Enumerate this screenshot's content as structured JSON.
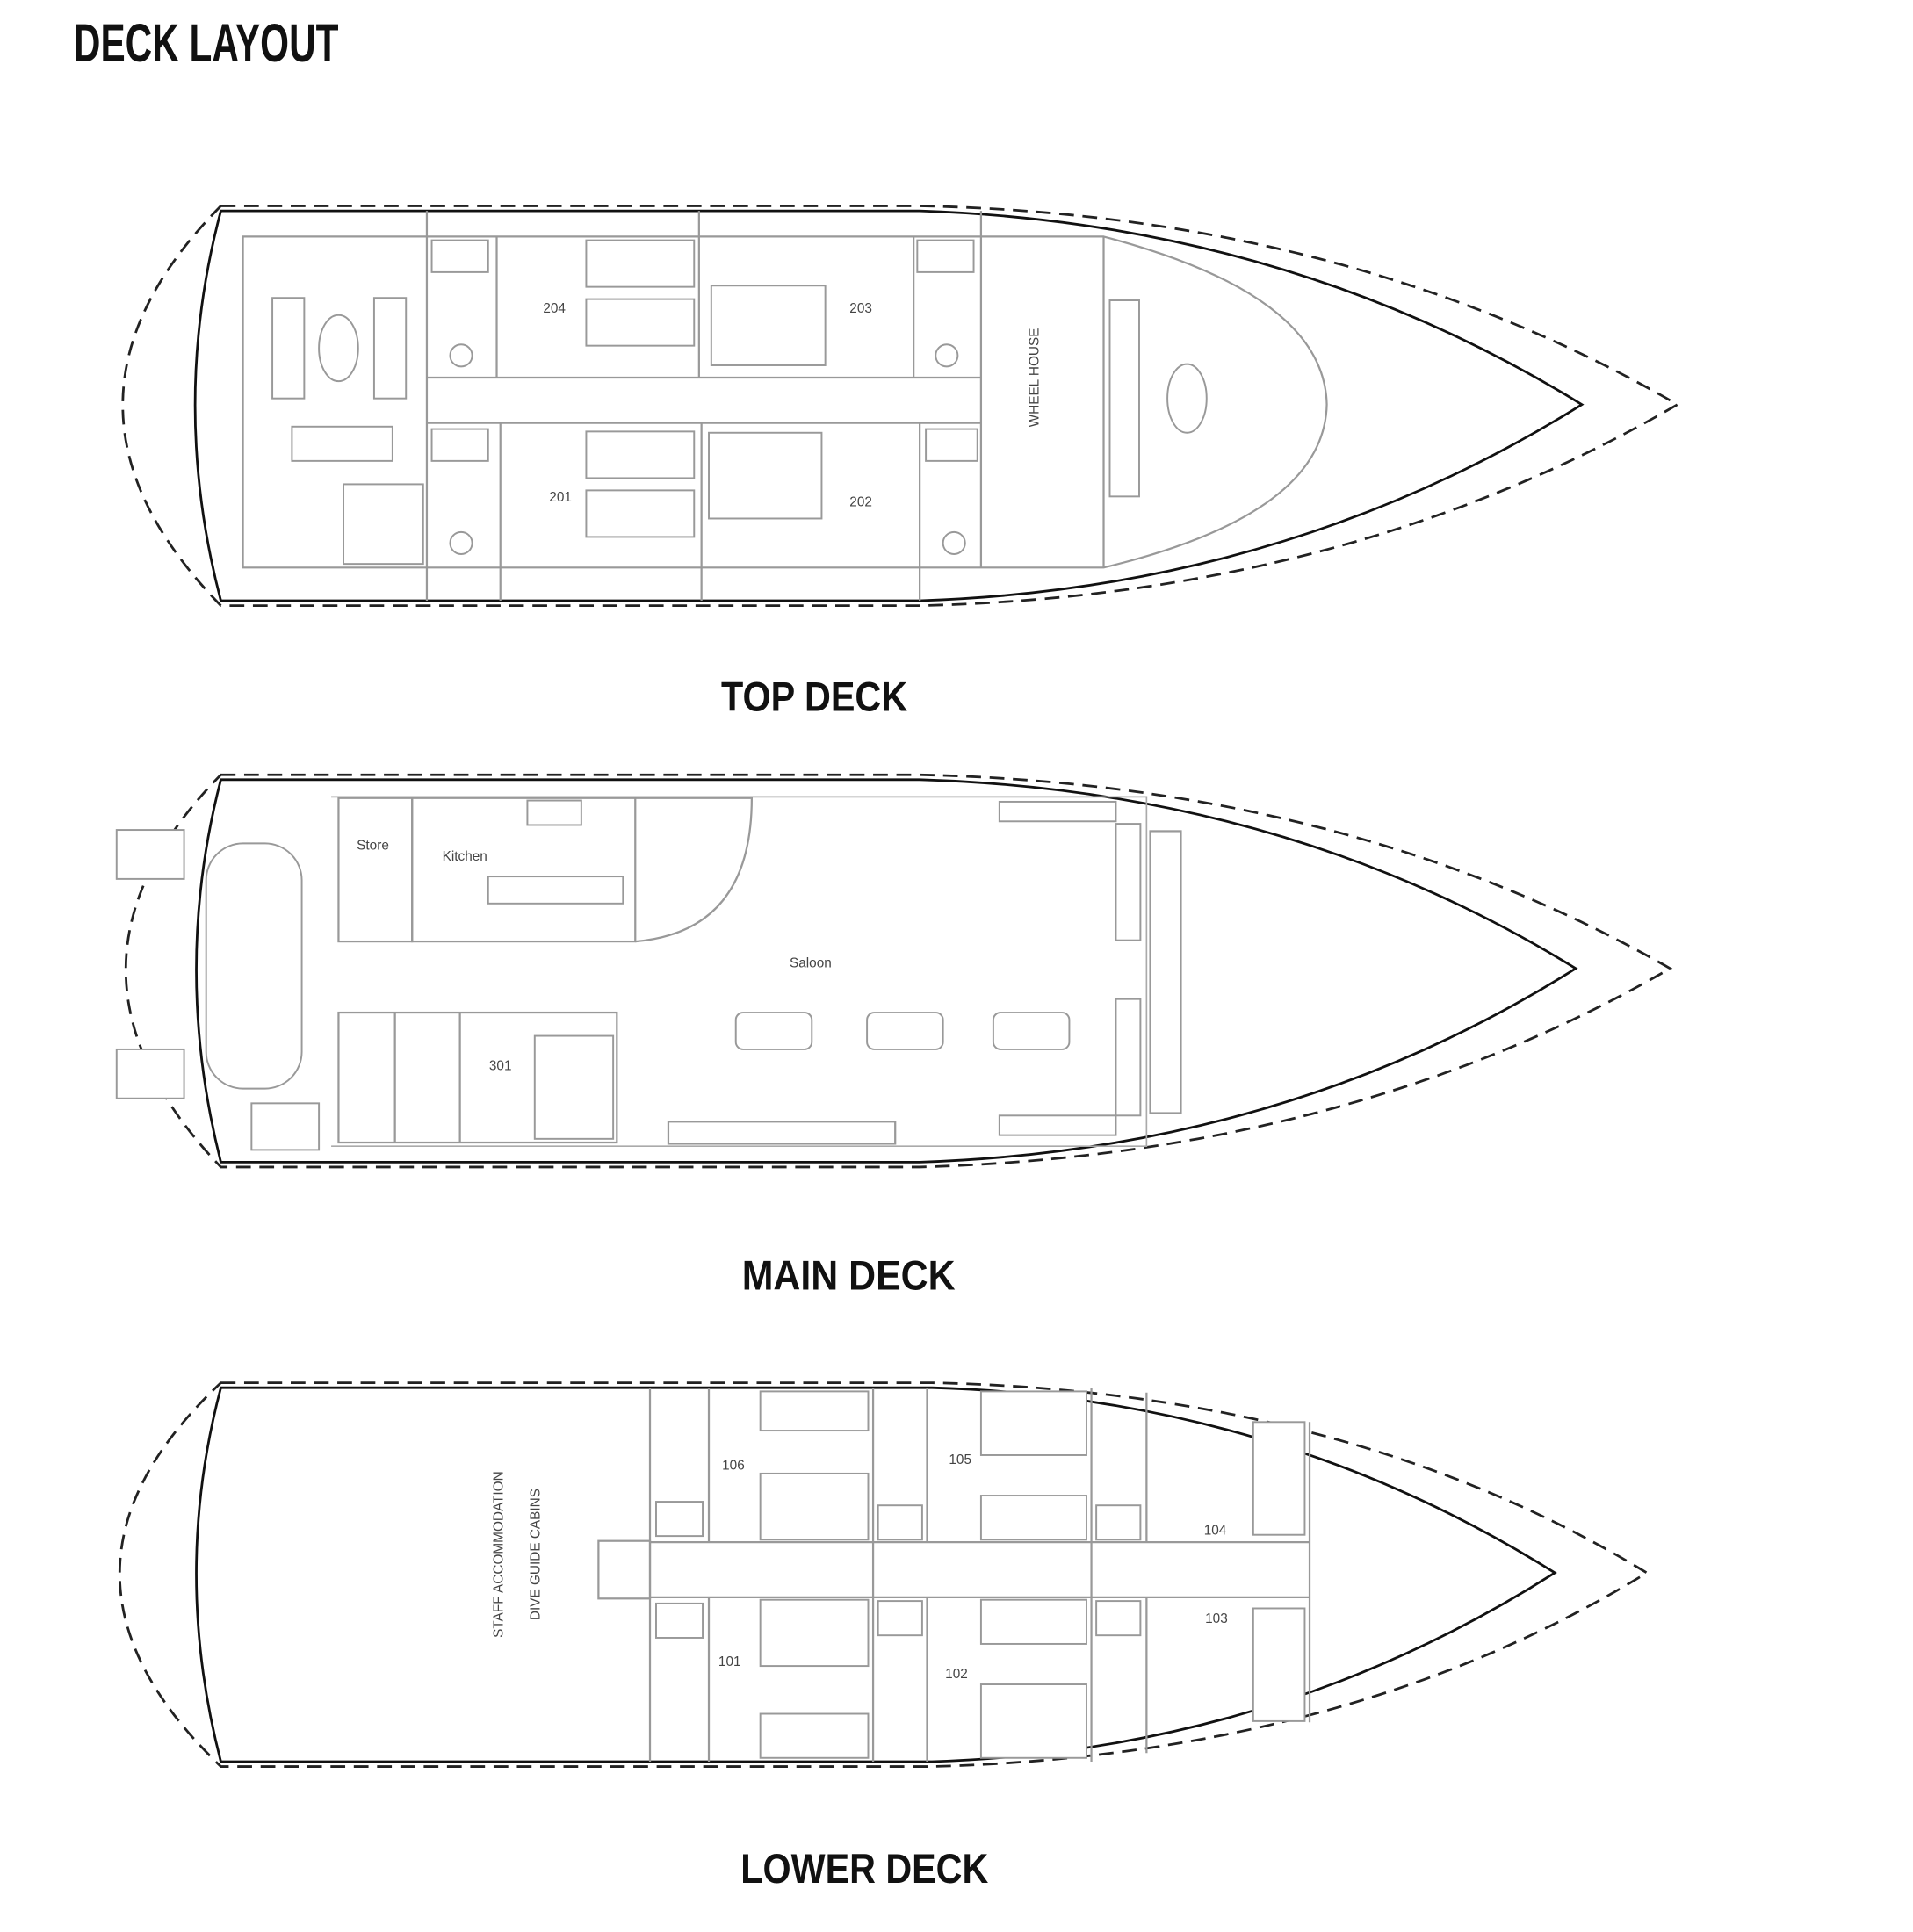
{
  "page_title": "DECK LAYOUT",
  "decks": {
    "top": {
      "title": "TOP DECK",
      "cabins": [
        "204",
        "203",
        "201",
        "202"
      ],
      "wheel_house": "WHEEL HOUSE"
    },
    "main": {
      "title": "MAIN DECK",
      "store": "Store",
      "kitchen": "Kitchen",
      "saloon": "Saloon",
      "cabins": [
        "301"
      ]
    },
    "lower": {
      "title": "LOWER DECK",
      "staff_line1": "STAFF ACCOMMODATION",
      "staff_line2": "DIVE GUIDE CABINS",
      "cabins": [
        "106",
        "105",
        "104",
        "103",
        "101",
        "102"
      ]
    }
  }
}
